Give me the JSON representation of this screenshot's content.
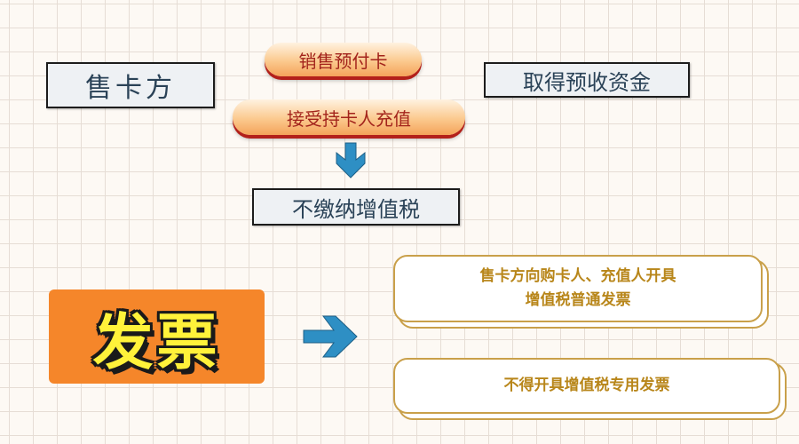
{
  "seller": "售卡方",
  "steps": [
    "销售预付卡",
    "接受持卡人充值"
  ],
  "result": "不缴纳增值税",
  "receive": "取得预收资金",
  "invoice": {
    "label": "发票",
    "notes": [
      "售卡方向购卡人、充值人开具\n增值税普通发票",
      "不得开具增值税专用发票"
    ]
  },
  "colors": {
    "arrow": "#2e8fc4",
    "invoice_bg": "#f5862a",
    "note_text": "#b8861a"
  }
}
